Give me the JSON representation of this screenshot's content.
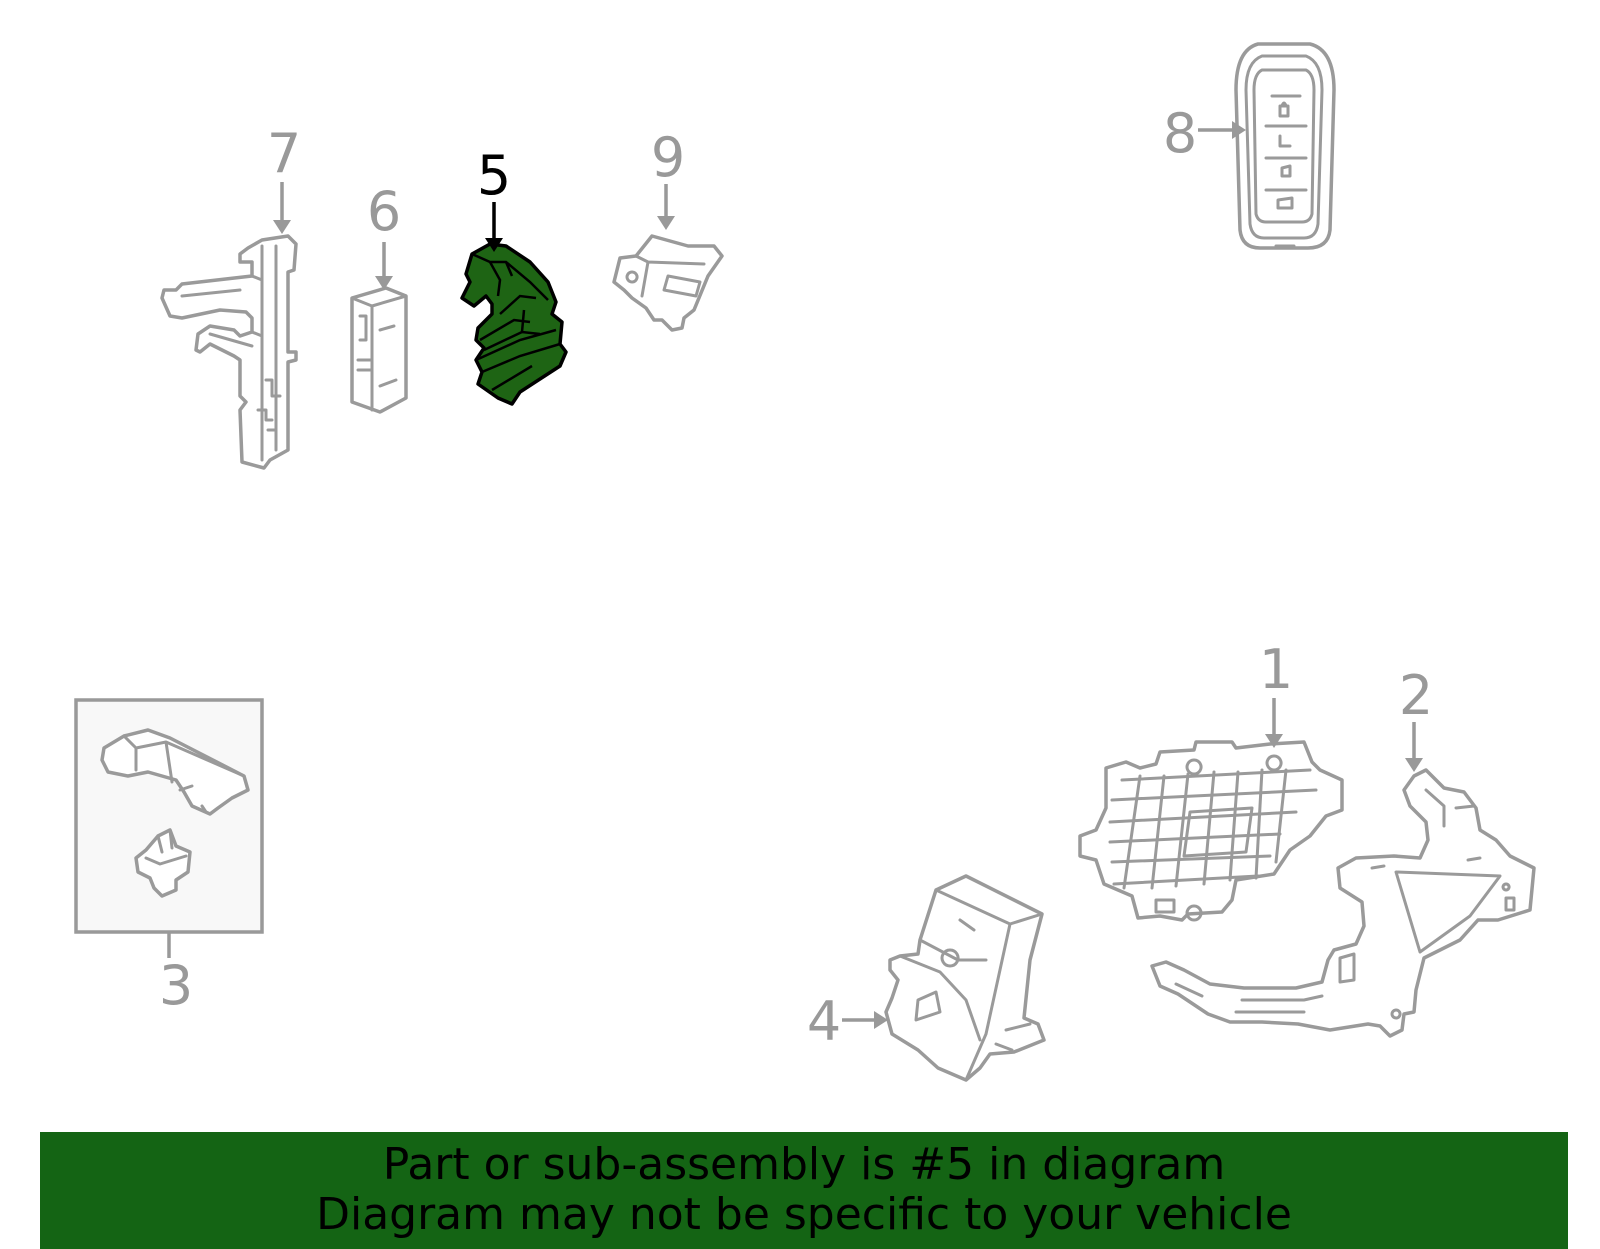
{
  "diagram": {
    "callouts": {
      "c1": "1",
      "c2": "2",
      "c3": "3",
      "c4": "4",
      "c5": "5",
      "c6": "6",
      "c7": "7",
      "c8": "8",
      "c9": "9"
    },
    "highlighted_part": "5",
    "colors": {
      "highlight_fill": "#1e6414",
      "part_outline": "#9a9a9a",
      "banner_background": "#146414"
    }
  },
  "banner": {
    "line1": "Part or sub-assembly is #5 in diagram",
    "line2": "Diagram may not be specific to your vehicle"
  }
}
